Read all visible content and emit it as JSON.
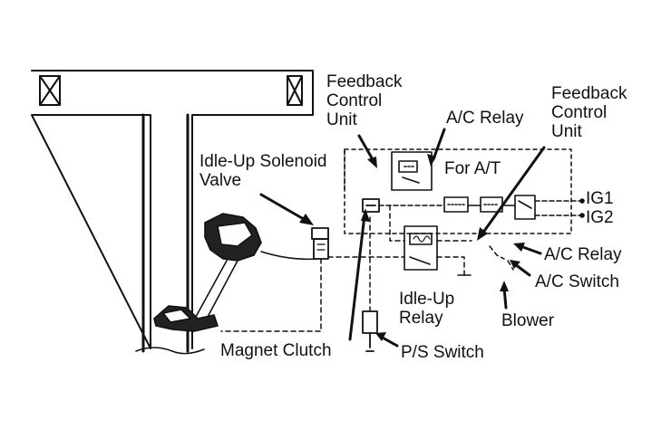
{
  "labels": {
    "feedback_control_unit_left": [
      "Feedback",
      "Control",
      "Unit"
    ],
    "feedback_control_unit_right": [
      "Feedback",
      "Control",
      "Unit"
    ],
    "ac_relay_top": "A/C Relay",
    "for_at": "For A/T",
    "idle_up_solenoid_valve": [
      "Idle-Up Solenoid",
      "Valve"
    ],
    "ig1": "IG1",
    "ig2": "IG2",
    "ac_relay_right": "A/C Relay",
    "ac_switch": "A/C Switch",
    "idle_up_relay": [
      "Idle-Up",
      "Relay"
    ],
    "blower": "Blower",
    "magnet_clutch": "Magnet Clutch",
    "ps_switch": "P/S Switch"
  },
  "colors": {
    "ink": "#111111",
    "paper": "#ffffff"
  }
}
